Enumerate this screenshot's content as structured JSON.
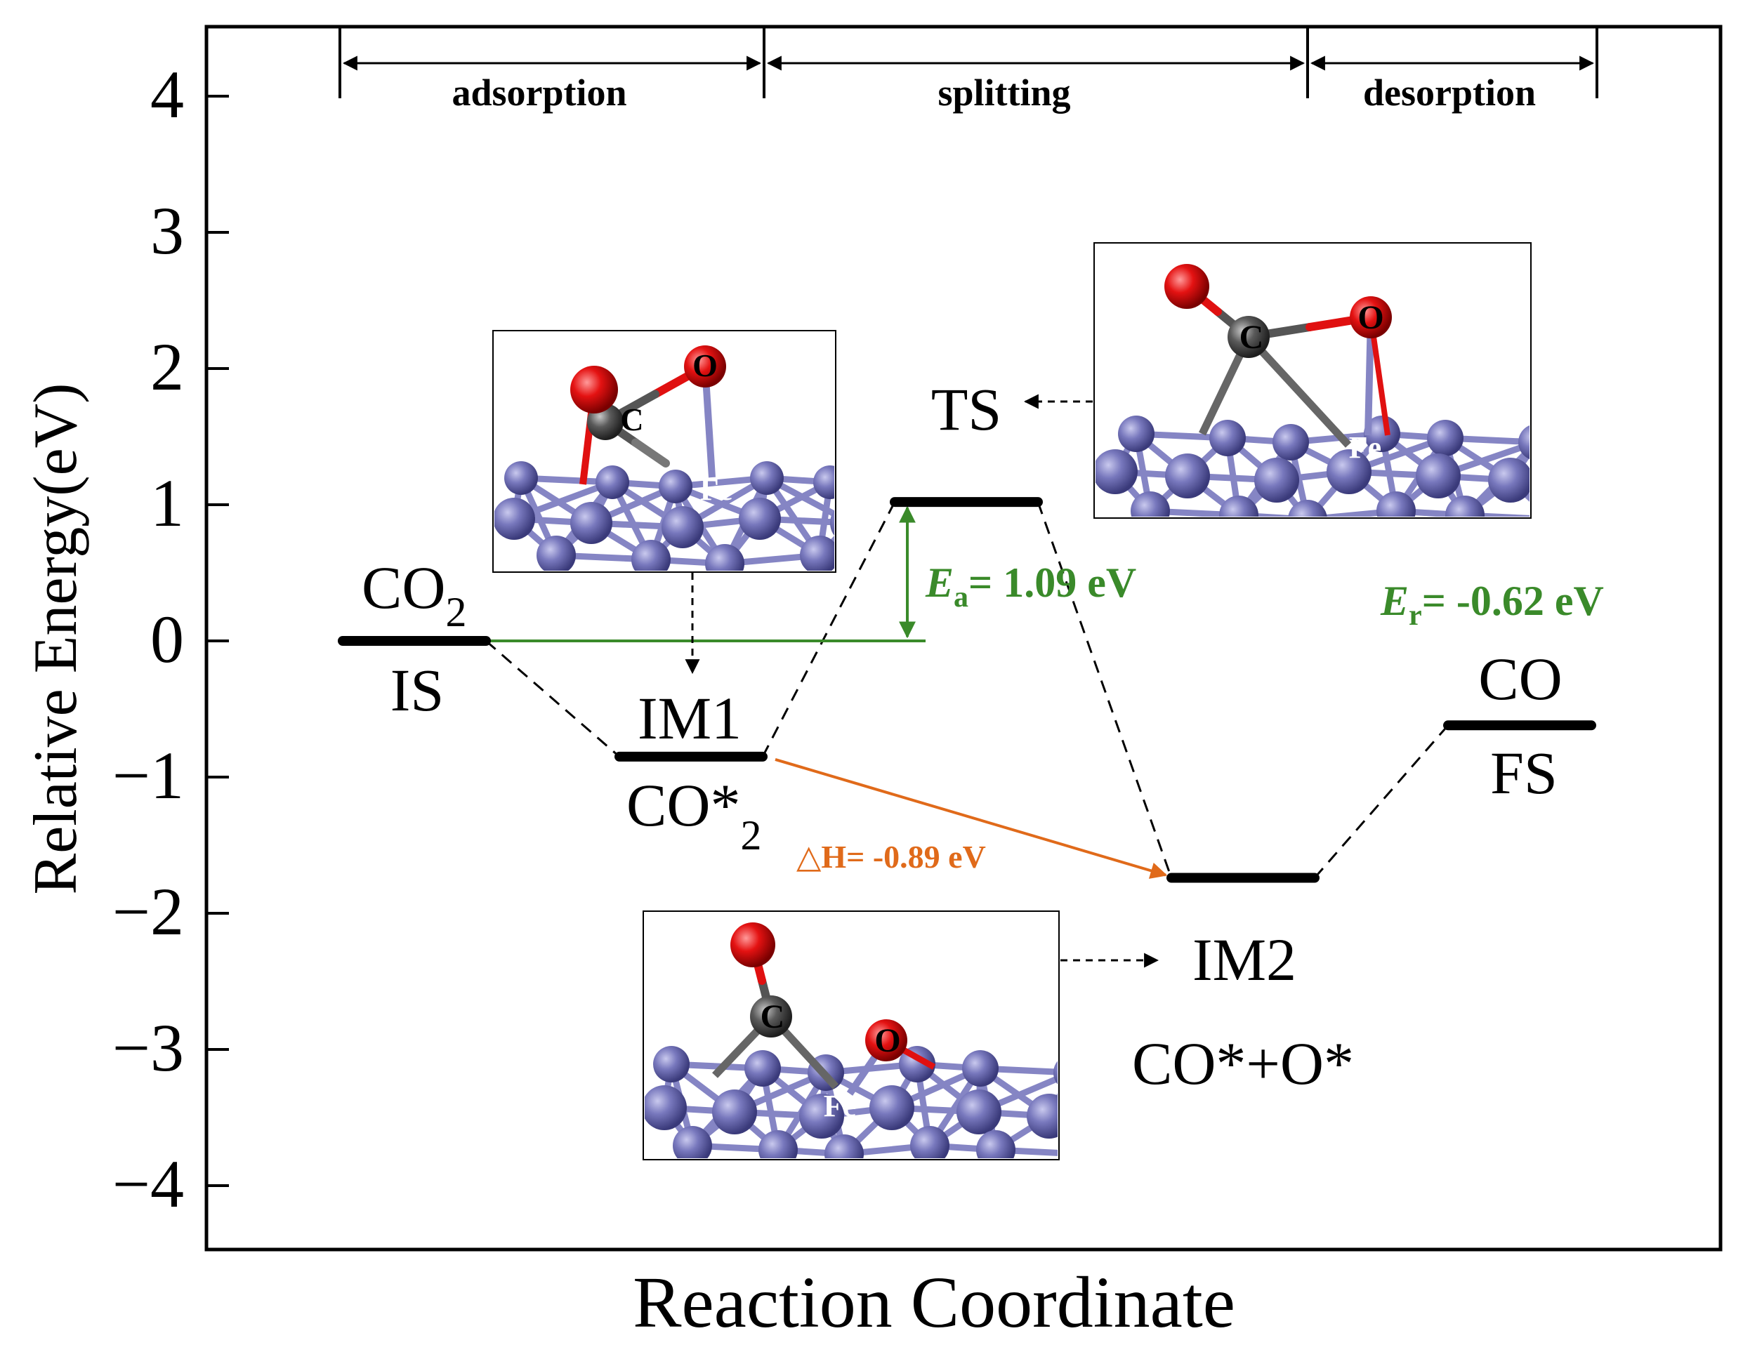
{
  "chart_data": {
    "type": "line",
    "xlabel": "Reaction Coordinate",
    "ylabel": "Relative Energy(eV)",
    "ylim": [
      -4.5,
      4.5
    ],
    "yticks": [
      4,
      3,
      2,
      1,
      0,
      -1,
      -2,
      -3,
      -4
    ],
    "ytick_labels": [
      "4",
      "3",
      "2",
      "1",
      "0",
      "−1",
      "−2",
      "−3",
      "−4"
    ],
    "grid": false,
    "legend": "none",
    "states": [
      {
        "id": "IS",
        "energy": 0.0,
        "top_label": "CO",
        "top_sub": "2",
        "bottom_label": "IS",
        "bottom_sub": ""
      },
      {
        "id": "IM1",
        "energy": -0.85,
        "top_label": "IM1",
        "top_sub": "",
        "bottom_label": "CO*",
        "bottom_sub": "2"
      },
      {
        "id": "TS",
        "energy": 1.02,
        "top_label": "TS",
        "top_sub": "",
        "bottom_label": "",
        "bottom_sub": ""
      },
      {
        "id": "IM2",
        "energy": -1.74,
        "top_label": "IM2",
        "top_sub": "",
        "bottom_label": "CO*+O*",
        "bottom_sub": ""
      },
      {
        "id": "FS",
        "energy": -0.62,
        "top_label": "CO",
        "top_sub": "",
        "bottom_label": "FS",
        "bottom_sub": ""
      }
    ],
    "stages": [
      "adsorption",
      "splitting",
      "desorption"
    ],
    "annotations": {
      "ea_symbol": "E",
      "ea_sub": "a",
      "ea_text": "= 1.09 eV",
      "er_symbol": "E",
      "er_sub": "r",
      "er_text": "= -0.62 eV",
      "dh_text": "△H= -0.89 eV"
    },
    "colors": {
      "level": "#000000",
      "connector": "#000000",
      "ea": "#3a8a2a",
      "dh": "#e06a1a",
      "fe_atom": "#6f6fb4",
      "fe_bond": "#8585c4",
      "o_atom": "#e01010",
      "c_atom": "#555555"
    },
    "insets": {
      "im1": {
        "atoms": [
          "C",
          "O",
          "Fe"
        ]
      },
      "ts": {
        "atoms": [
          "C",
          "O",
          "Fe"
        ]
      },
      "im2": {
        "atoms": [
          "C",
          "O",
          "Fe"
        ]
      }
    }
  }
}
